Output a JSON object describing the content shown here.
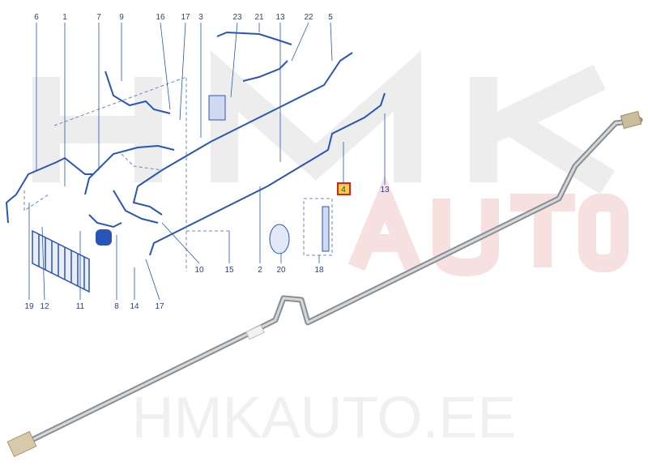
{
  "watermark": {
    "logo_top": "HMK",
    "logo_bottom": "AUTO",
    "site": "HMKAUTO.EE",
    "logo_colors": [
      "#e8e8e8",
      "#f7dede"
    ]
  },
  "diagram": {
    "line_color": "#2a55b8",
    "highlight_color": "#e02020",
    "highlighted_part": "4",
    "callouts_top": [
      "6",
      "1",
      "7",
      "9",
      "16",
      "17",
      "3",
      "23",
      "21",
      "13",
      "22",
      "5"
    ],
    "callouts_middle": [
      "4",
      "13"
    ],
    "callouts_row2": [
      "10",
      "15",
      "2",
      "20",
      "18"
    ],
    "callouts_bottom": [
      "19",
      "12",
      "11",
      "8",
      "14",
      "17"
    ]
  },
  "photo": {
    "subject": "air-conditioning-pipe",
    "pipe_color": "#a9adb0"
  }
}
